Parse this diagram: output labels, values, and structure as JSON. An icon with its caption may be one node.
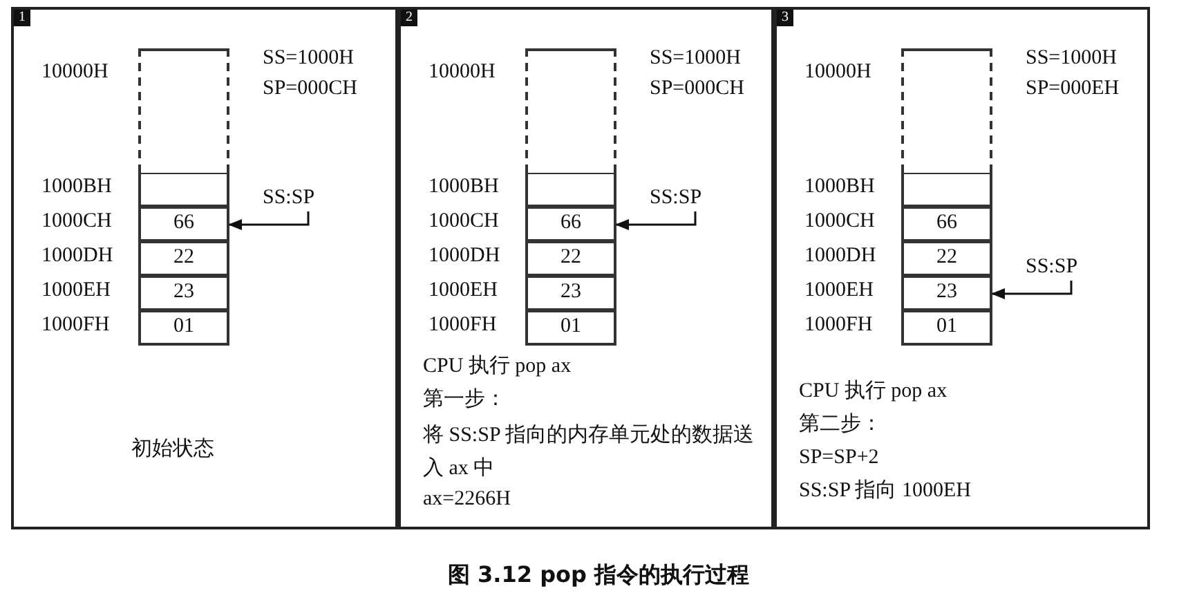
{
  "diagram": {
    "caption": "图 3.12 pop 指令的执行过程",
    "nodes": [
      {
        "text": [
          "1"
        ]
      },
      {
        "text": [],
        "shape": "box",
        "in": 0
      },
      {
        "text": [],
        "shape": "box",
        "in": 0
      },
      {
        "text": [
          "66"
        ],
        "in": 0
      },
      {
        "text": [
          "22"
        ],
        "in": 0
      },
      {
        "text": [
          "23"
        ],
        "in": 0
      },
      {
        "text": [
          "01"
        ],
        "in": 0
      },
      {
        "text": [
          "SS:SP"
        ],
        "in": 0
      },
      {
        "text": [
          "2"
        ]
      },
      {
        "text": [],
        "shape": "box",
        "in": 8
      },
      {
        "text": [],
        "shape": "box",
        "in": 8
      },
      {
        "text": [
          "66"
        ],
        "in": 8
      },
      {
        "text": [
          "22"
        ],
        "in": 8
      },
      {
        "text": [
          "23"
        ],
        "in": 8
      },
      {
        "text": [
          "01"
        ],
        "in": 8
      },
      {
        "text": [
          "SS:SP"
        ],
        "in": 8
      },
      {
        "text": [
          "3"
        ]
      },
      {
        "text": [],
        "shape": "box",
        "in": 16
      },
      {
        "text": [],
        "shape": "box",
        "in": 16
      },
      {
        "text": [
          "66"
        ],
        "in": 16
      },
      {
        "text": [
          "22"
        ],
        "in": 16
      },
      {
        "text": [
          "23"
        ],
        "in": 16
      },
      {
        "text": [
          "01"
        ],
        "in": 16
      },
      {
        "text": [
          "SS:SP"
        ],
        "in": 16
      }
    ],
    "edges": [
      {
        "from": 7,
        "to": 3,
        "arrow": "to"
      },
      {
        "from": 15,
        "to": 11,
        "arrow": "to"
      },
      {
        "from": 23,
        "to": 21,
        "arrow": "to"
      }
    ],
    "labels": [
      "10000H",
      "SS=1000H",
      "SP=000CH",
      "1000BH",
      "1000CH",
      "1000DH",
      "1000EH",
      "1000FH",
      "初始状态",
      "10000H",
      "SS=1000H",
      "SP=000CH",
      "1000BH",
      "1000CH",
      "1000DH",
      "1000EH",
      "1000FH",
      "CPU 执行 pop ax",
      "第一步：",
      "将 SS:SP 指向的内存单元处的数据送入 ax 中",
      "ax=2266H",
      "10000H",
      "SS=1000H",
      "SP=000EH",
      "1000BH",
      "1000CH",
      "1000DH",
      "1000EH",
      "1000FH",
      "CPU 执行 pop ax",
      "第二步：",
      "SP=SP+2",
      "SS:SP 指向 1000EH"
    ]
  }
}
